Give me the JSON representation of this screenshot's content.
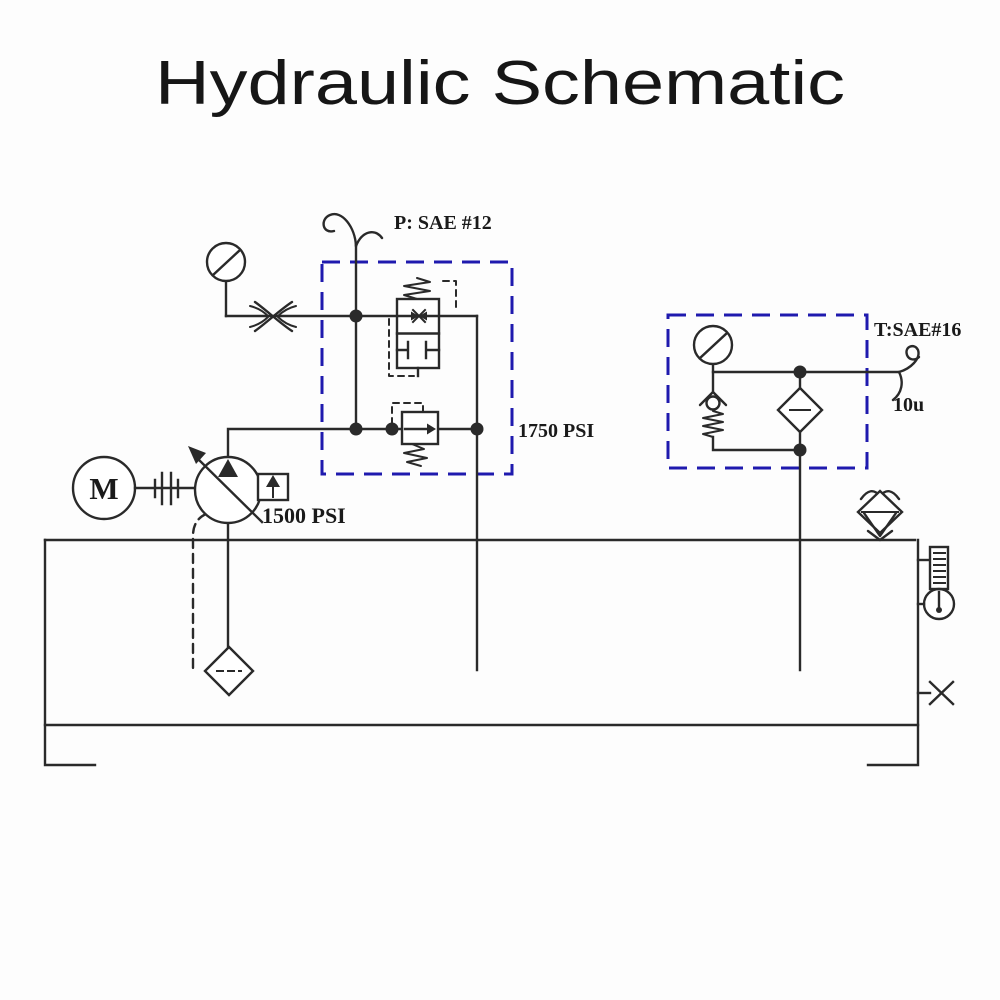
{
  "title": "Hydraulic Schematic",
  "colors": {
    "line": "#2a2a2a",
    "accent_blue": "#1f1aae",
    "text": "#1a1a1a",
    "background": "#fdfdfd"
  },
  "labels": {
    "pressure_port": "P: SAE #12",
    "tank_port": "T:SAE#16",
    "relief_setting": "1750 PSI",
    "compensator_setting": "1500 PSI",
    "filter_rating": "10u",
    "motor_letter": "M"
  },
  "components": {
    "motor-symbol": "electric-motor",
    "coupling-symbol": "shaft-coupling",
    "pump-symbol": "variable-displacement-pump-with-compensator",
    "gauge-symbols": "pressure-gauge",
    "needle-valve-symbol": "gauge-isolator-needle-valve",
    "hose-symbols": "flexible-hose-pigtail",
    "manifold-boxes": "valve-manifold-enclosure",
    "unloader-valve-symbol": "two-position-pressure-valve-with-spring-and-pilot",
    "relief-valve-symbol": "pilot-operated-relief-valve",
    "check-valve-symbol": "spring-loaded-check-valve",
    "return-filter-symbol": "return-line-filter",
    "suction-strainer-symbol": "suction-strainer",
    "breather-symbol": "filler-breather-cap",
    "level-gauge-symbol": "level-temperature-gauge",
    "drain-valve-symbol": "tank-drain-valve",
    "reservoir": "oil-reservoir-tank"
  }
}
